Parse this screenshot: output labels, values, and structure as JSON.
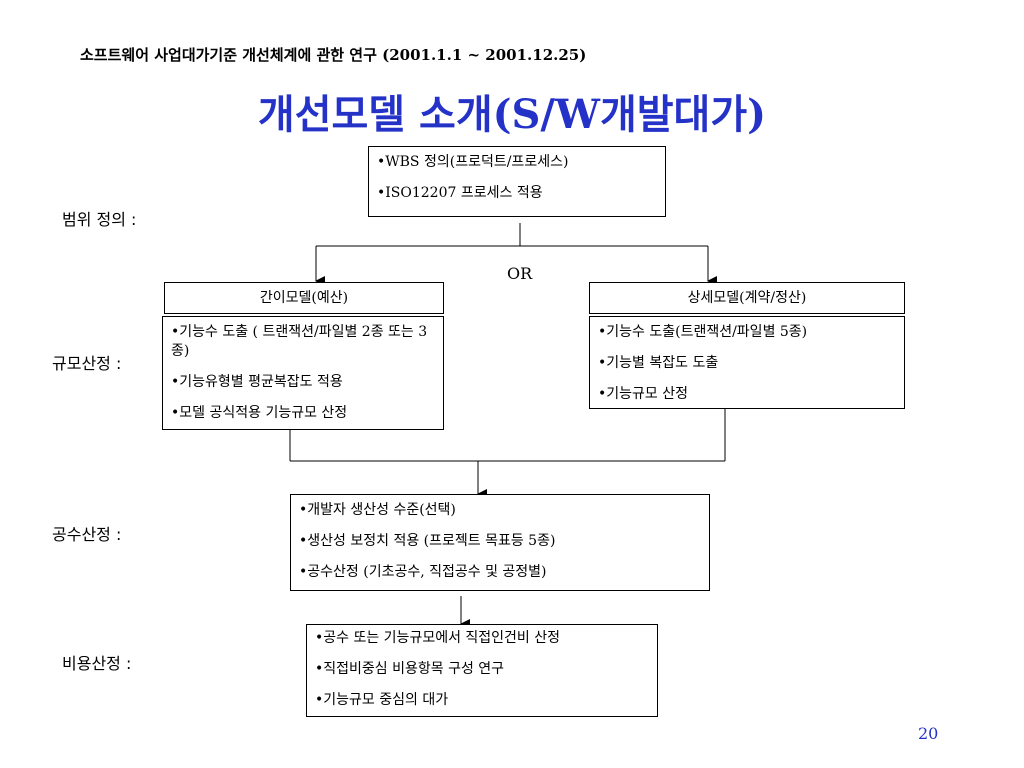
{
  "header": "소프트웨어 사업대가기준 개선체계에 관한 연구 (2001.1.1 ~ 2001.12.25)",
  "title": "개선모델 소개(S/W개발대가)",
  "labels": {
    "scope": "범위 정의 :",
    "size": "규모산정 :",
    "effort": "공수산정 :",
    "cost": "비용산정 :"
  },
  "scope_box": {
    "items": [
      "•WBS 정의(프로덕트/프로세스)",
      "•ISO12207 프로세스 적용"
    ]
  },
  "or_label": "OR",
  "simple_model": {
    "title": "간이모델(예산)",
    "items": [
      "•기능수 도출 ( 트랜잭션/파일별 2종 또는 3종)",
      "•기능유형별 평균복잡도 적용",
      "•모델 공식적용 기능규모 산정"
    ]
  },
  "detail_model": {
    "title": "상세모델(계약/정산)",
    "items": [
      "•기능수 도출(트랜잭션/파일별 5종)",
      "•기능별 복잡도 도출",
      "•기능규모 산정"
    ]
  },
  "effort_box": {
    "items": [
      "•개발자 생산성 수준(선택)",
      "•생산성 보정치 적용 (프로젝트 목표등 5종)",
      "•공수산정 (기초공수, 직접공수 및 공정별)"
    ]
  },
  "cost_box": {
    "items": [
      "•공수 또는 기능규모에서 직접인건비 산정",
      "•직접비중심 비용항목 구성 연구",
      "•기능규모 중심의 대가"
    ]
  },
  "page_number": "20"
}
